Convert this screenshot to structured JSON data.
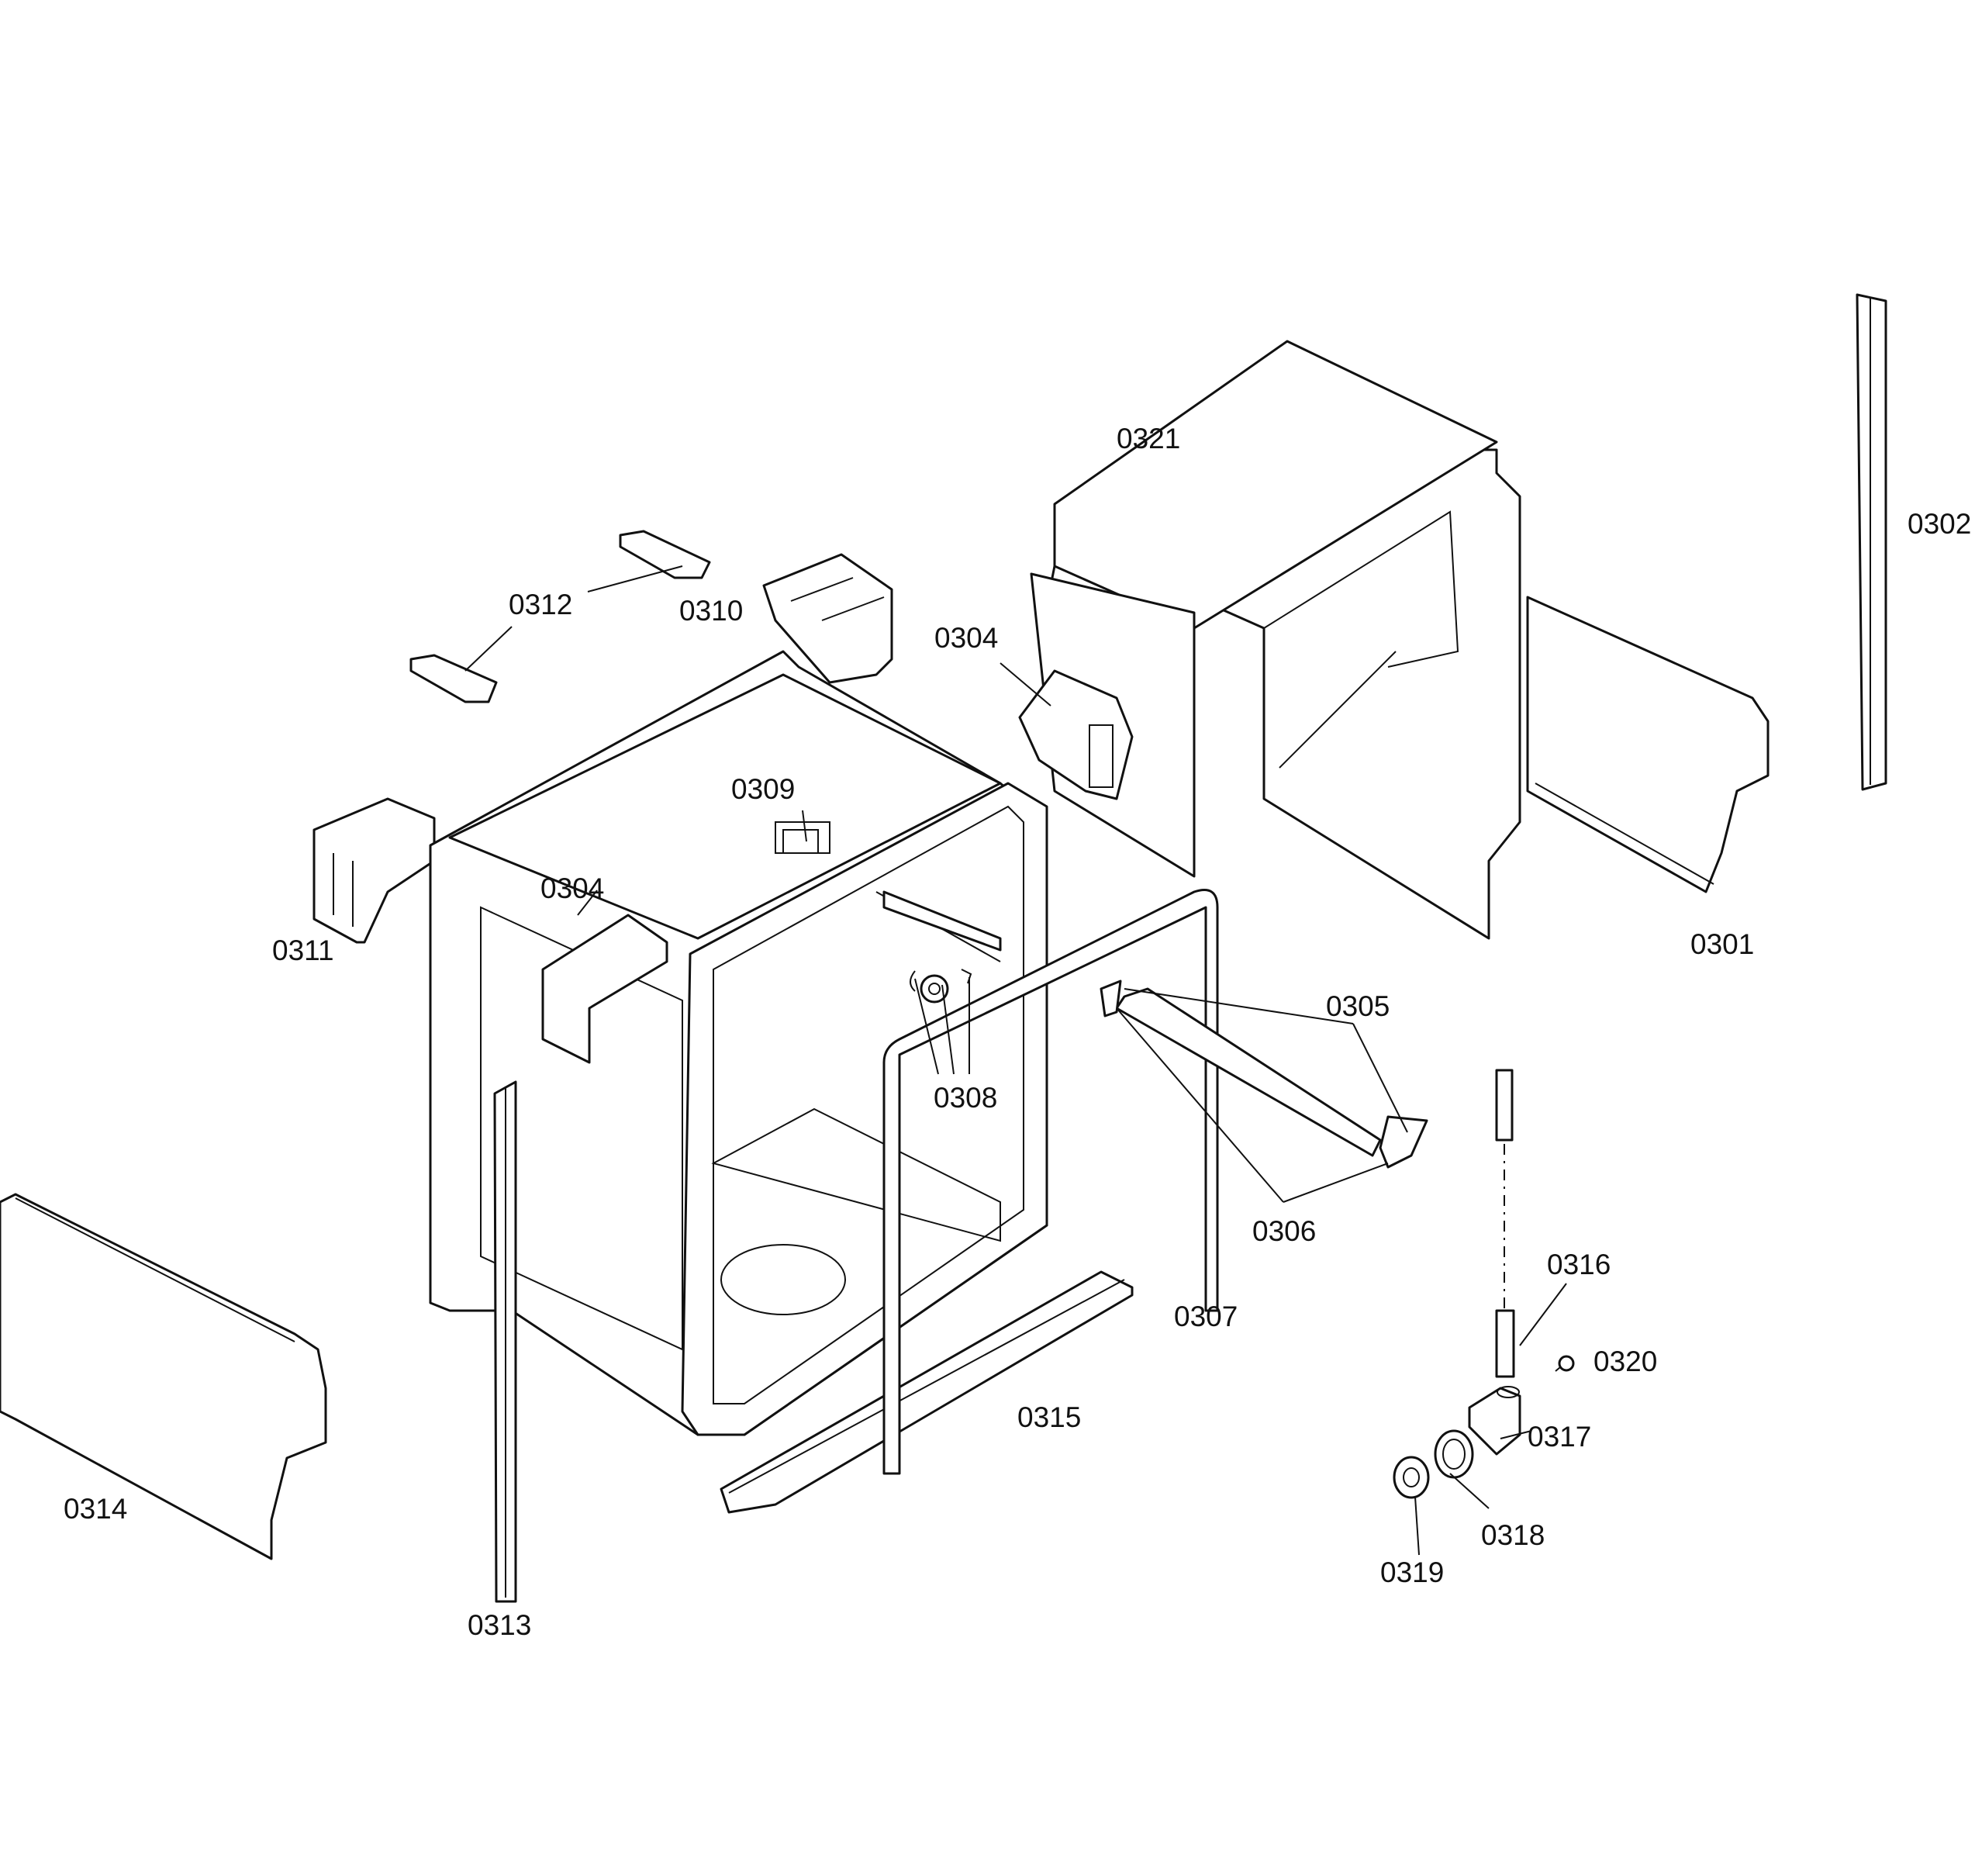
{
  "diagram": {
    "type": "exploded-parts-diagram",
    "line_color": "#111111",
    "background": "#ffffff",
    "callouts": {
      "c0301": "0301",
      "c0302": "0302",
      "c0304a": "0304",
      "c0304b": "0304",
      "c0305": "0305",
      "c0306": "0306",
      "c0307": "0307",
      "c0308": "0308",
      "c0309": "0309",
      "c0310": "0310",
      "c0311": "0311",
      "c0312": "0312",
      "c0313": "0313",
      "c0314": "0314",
      "c0315": "0315",
      "c0316": "0316",
      "c0317": "0317",
      "c0318": "0318",
      "c0319": "0319",
      "c0320": "0320",
      "c0321": "0321"
    }
  }
}
